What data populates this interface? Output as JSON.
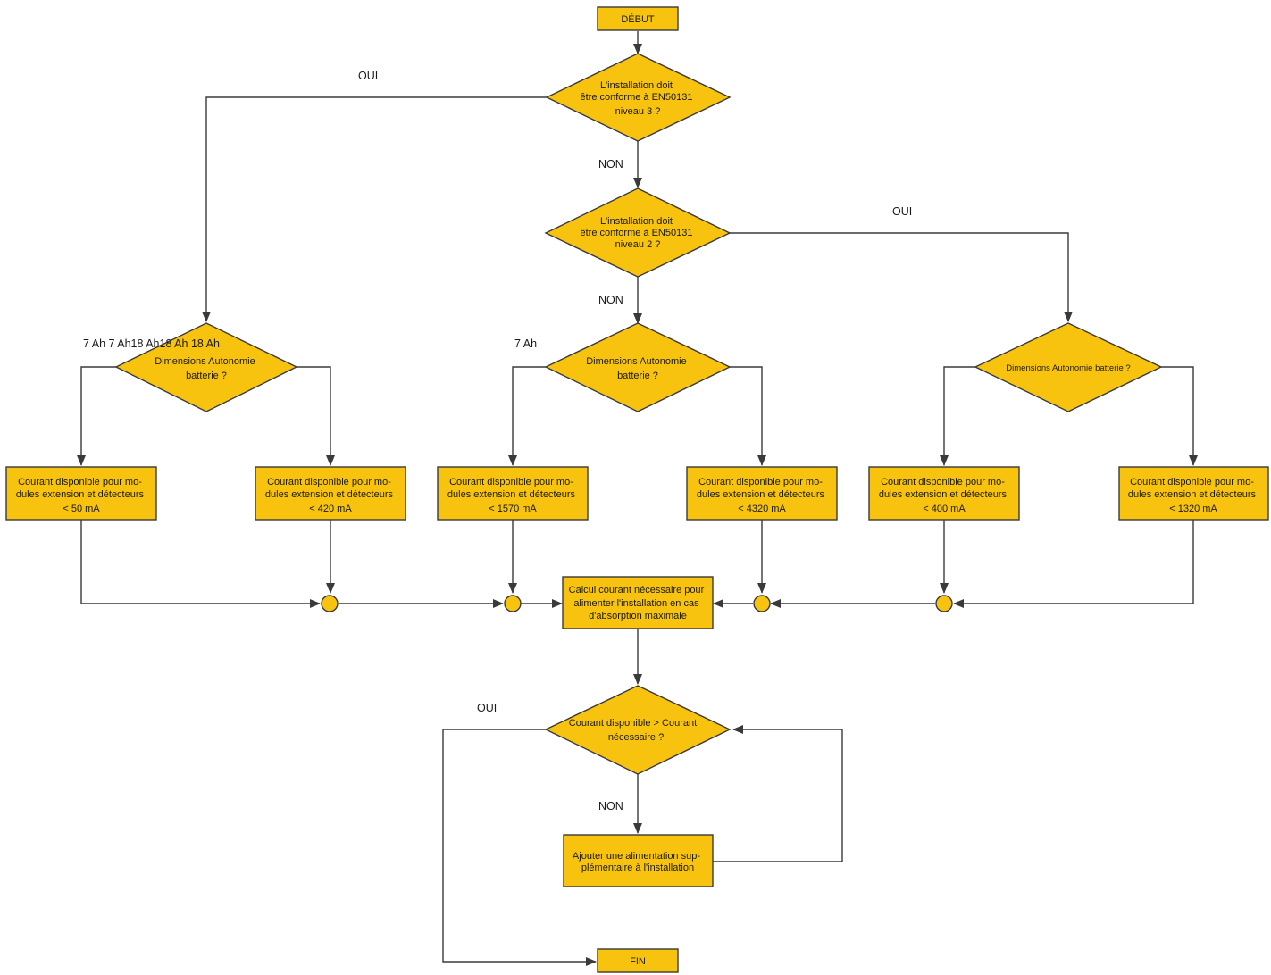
{
  "colors": {
    "node_fill": "#f7c30f",
    "stroke": "#3a3a3a",
    "text": "#1a1a1a"
  },
  "nodes": {
    "start": "DÉBUT",
    "q_level3": [
      "L'installation doit",
      "être conforme à EN50131",
      "niveau 3 ?"
    ],
    "q_level2": [
      "L'installation doit",
      "être conforme à EN50131",
      "niveau 2 ?"
    ],
    "battery_left": [
      "Dimensions Autonomie",
      "batterie ?"
    ],
    "battery_mid": [
      "Dimensions Autonomie",
      "batterie ?"
    ],
    "battery_right": [
      "Dimensions Autonomie batterie ?"
    ],
    "current_50": [
      "Courant disponible pour mo-",
      "dules extension et détecteurs",
      "< 50 mA"
    ],
    "current_420": [
      "Courant disponible pour mo-",
      "dules extension et détecteurs",
      "< 420 mA"
    ],
    "current_1570": [
      "Courant disponible pour mo-",
      "dules extension et détecteurs",
      "< 1570 mA"
    ],
    "current_4320": [
      "Courant disponible pour mo-",
      "dules extension et détecteurs",
      "< 4320 mA"
    ],
    "current_400": [
      "Courant disponible pour mo-",
      "dules extension et détecteurs",
      "< 400 mA"
    ],
    "current_1320": [
      "Courant disponible pour mo-",
      "dules extension et détecteurs",
      "< 1320 mA"
    ],
    "calc": [
      "Calcul courant nécessaire pour",
      "alimenter l'installation en cas",
      "d'absorption maximale"
    ],
    "q_compare": [
      "Courant disponible > Courant",
      "nécessaire ?"
    ],
    "add_supply": [
      "Ajouter une alimentation sup-",
      "plémentaire à l'installation"
    ],
    "end": "FIN"
  },
  "edge_labels": {
    "level3_yes": "OUI",
    "level3_no": "NON",
    "level2_yes": "OUI",
    "level2_no": "NON",
    "battery_left": "7 Ah 7 Ah18 Ah18 Ah 18 Ah",
    "battery_mid": "7 Ah",
    "compare_yes": "OUI",
    "compare_no": "NON"
  }
}
